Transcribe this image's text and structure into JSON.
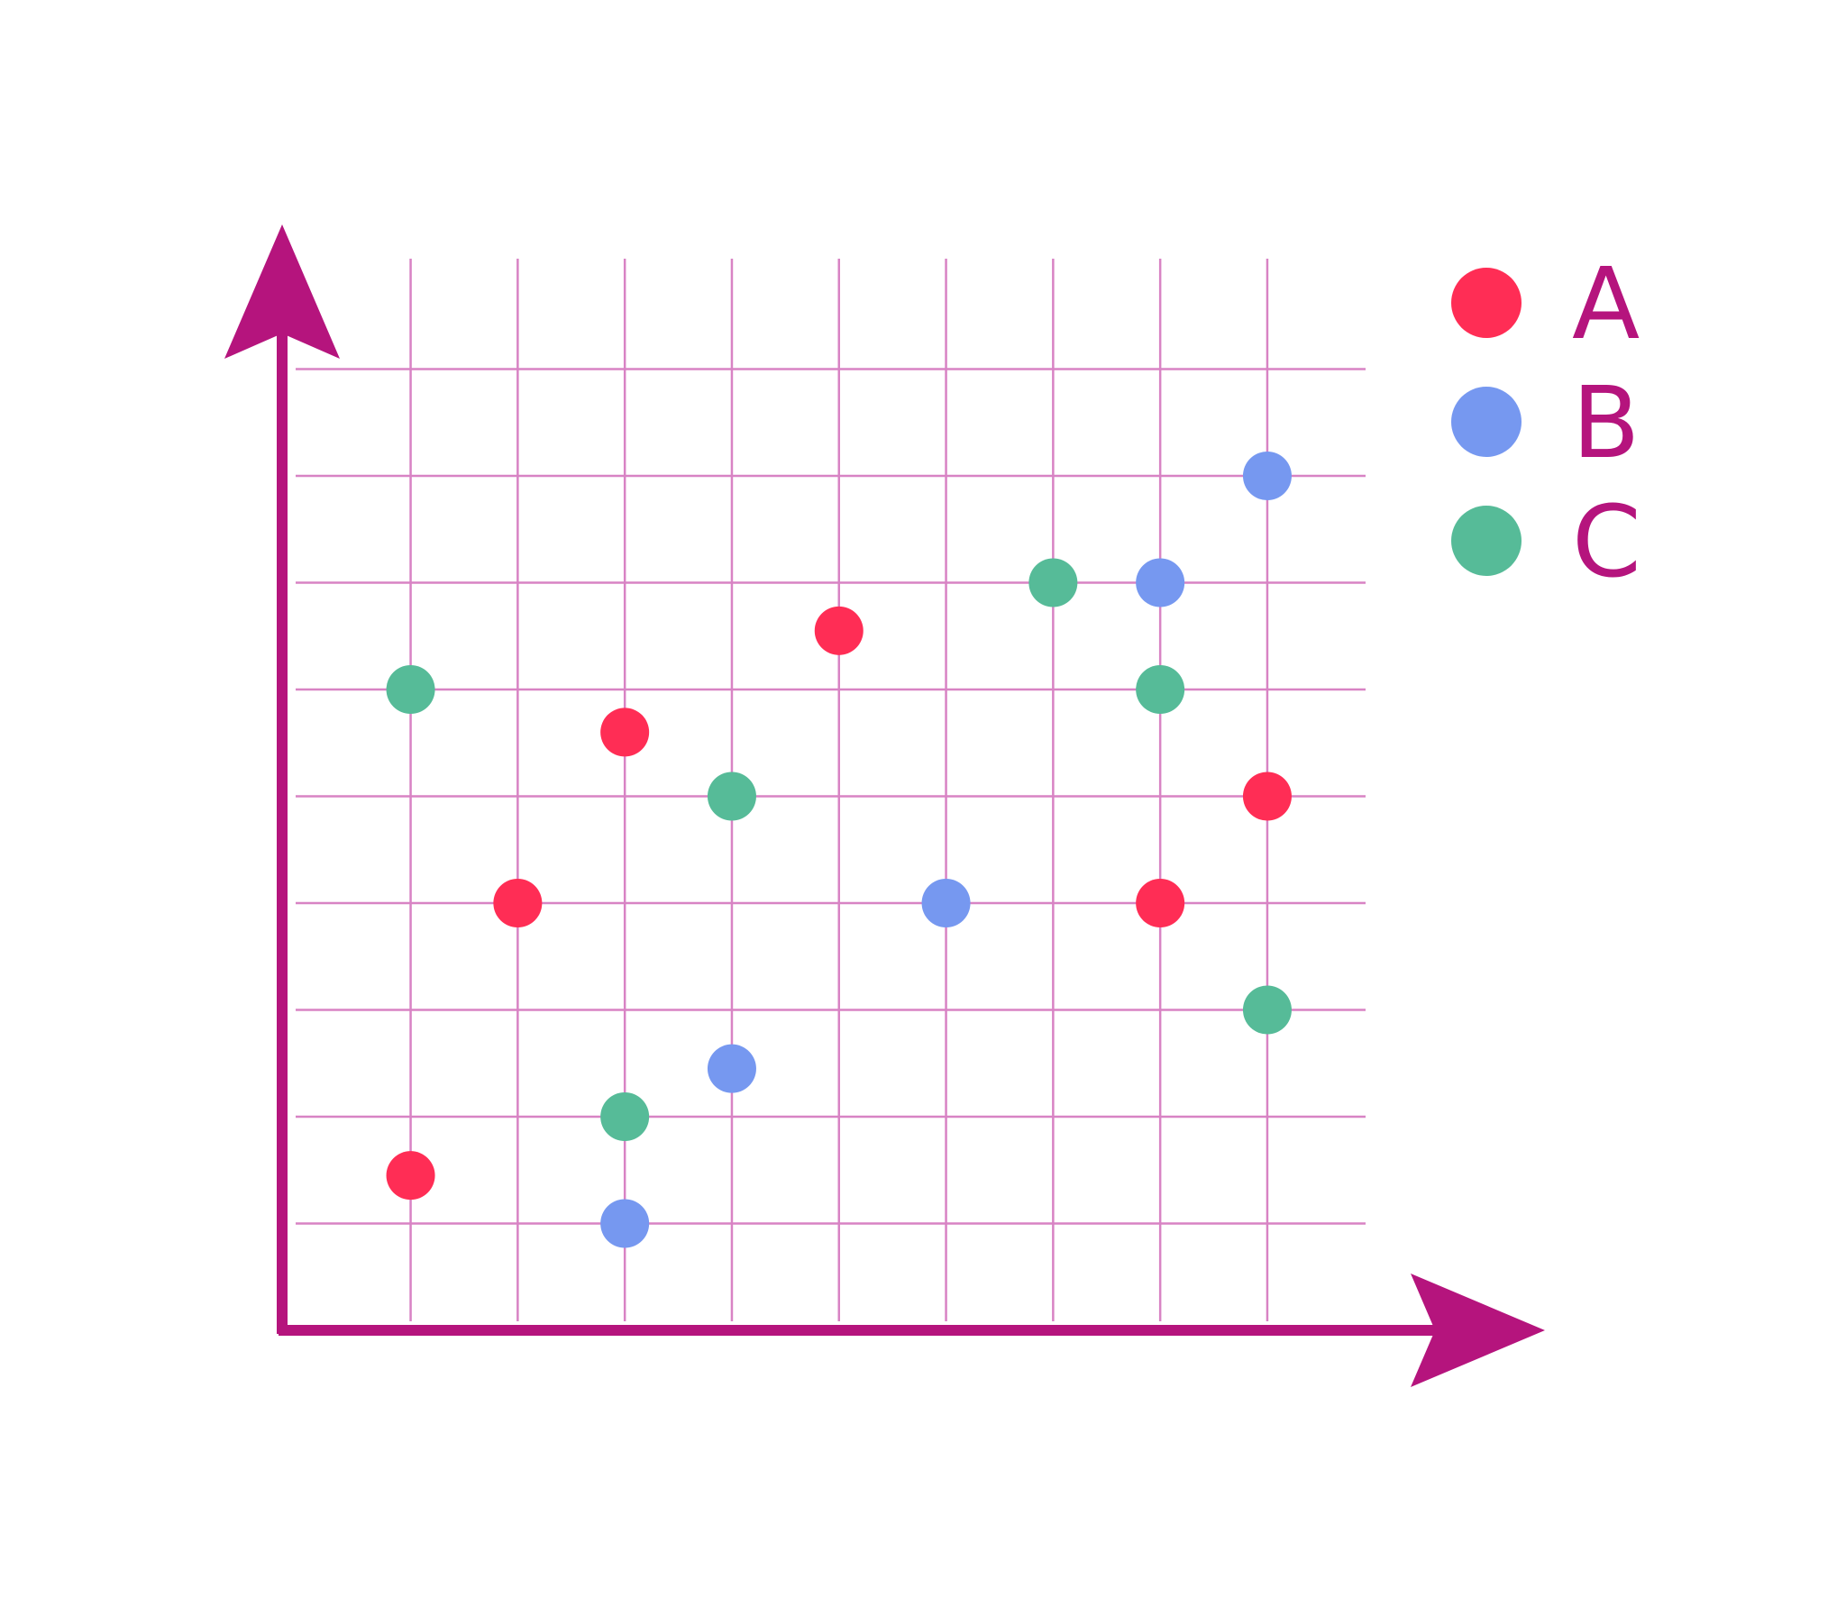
{
  "chart_data": {
    "type": "scatter",
    "title": "",
    "xlabel": "",
    "ylabel": "",
    "xlim": [
      0,
      10
    ],
    "ylim": [
      0,
      10
    ],
    "grid": true,
    "axis_arrows": true,
    "legend_position": "top-right",
    "axis_color": "#b5147d",
    "grid_color": "#d883c4",
    "series": [
      {
        "name": "A",
        "color": "#ff2d55",
        "points": [
          {
            "x": 1.2,
            "y": 1.45
          },
          {
            "x": 2.2,
            "y": 4.0
          },
          {
            "x": 3.2,
            "y": 5.6
          },
          {
            "x": 5.2,
            "y": 6.55
          },
          {
            "x": 8.2,
            "y": 4.0
          },
          {
            "x": 9.2,
            "y": 5.0
          }
        ]
      },
      {
        "name": "B",
        "color": "#7698f0",
        "points": [
          {
            "x": 3.2,
            "y": 1.0
          },
          {
            "x": 4.2,
            "y": 2.45
          },
          {
            "x": 6.2,
            "y": 4.0
          },
          {
            "x": 8.2,
            "y": 7.0
          },
          {
            "x": 9.2,
            "y": 8.0
          }
        ]
      },
      {
        "name": "C",
        "color": "#56bb98",
        "points": [
          {
            "x": 1.2,
            "y": 6.0
          },
          {
            "x": 3.2,
            "y": 2.0
          },
          {
            "x": 4.2,
            "y": 5.0
          },
          {
            "x": 7.2,
            "y": 7.0
          },
          {
            "x": 8.2,
            "y": 6.0
          },
          {
            "x": 9.2,
            "y": 3.0
          }
        ]
      }
    ]
  }
}
